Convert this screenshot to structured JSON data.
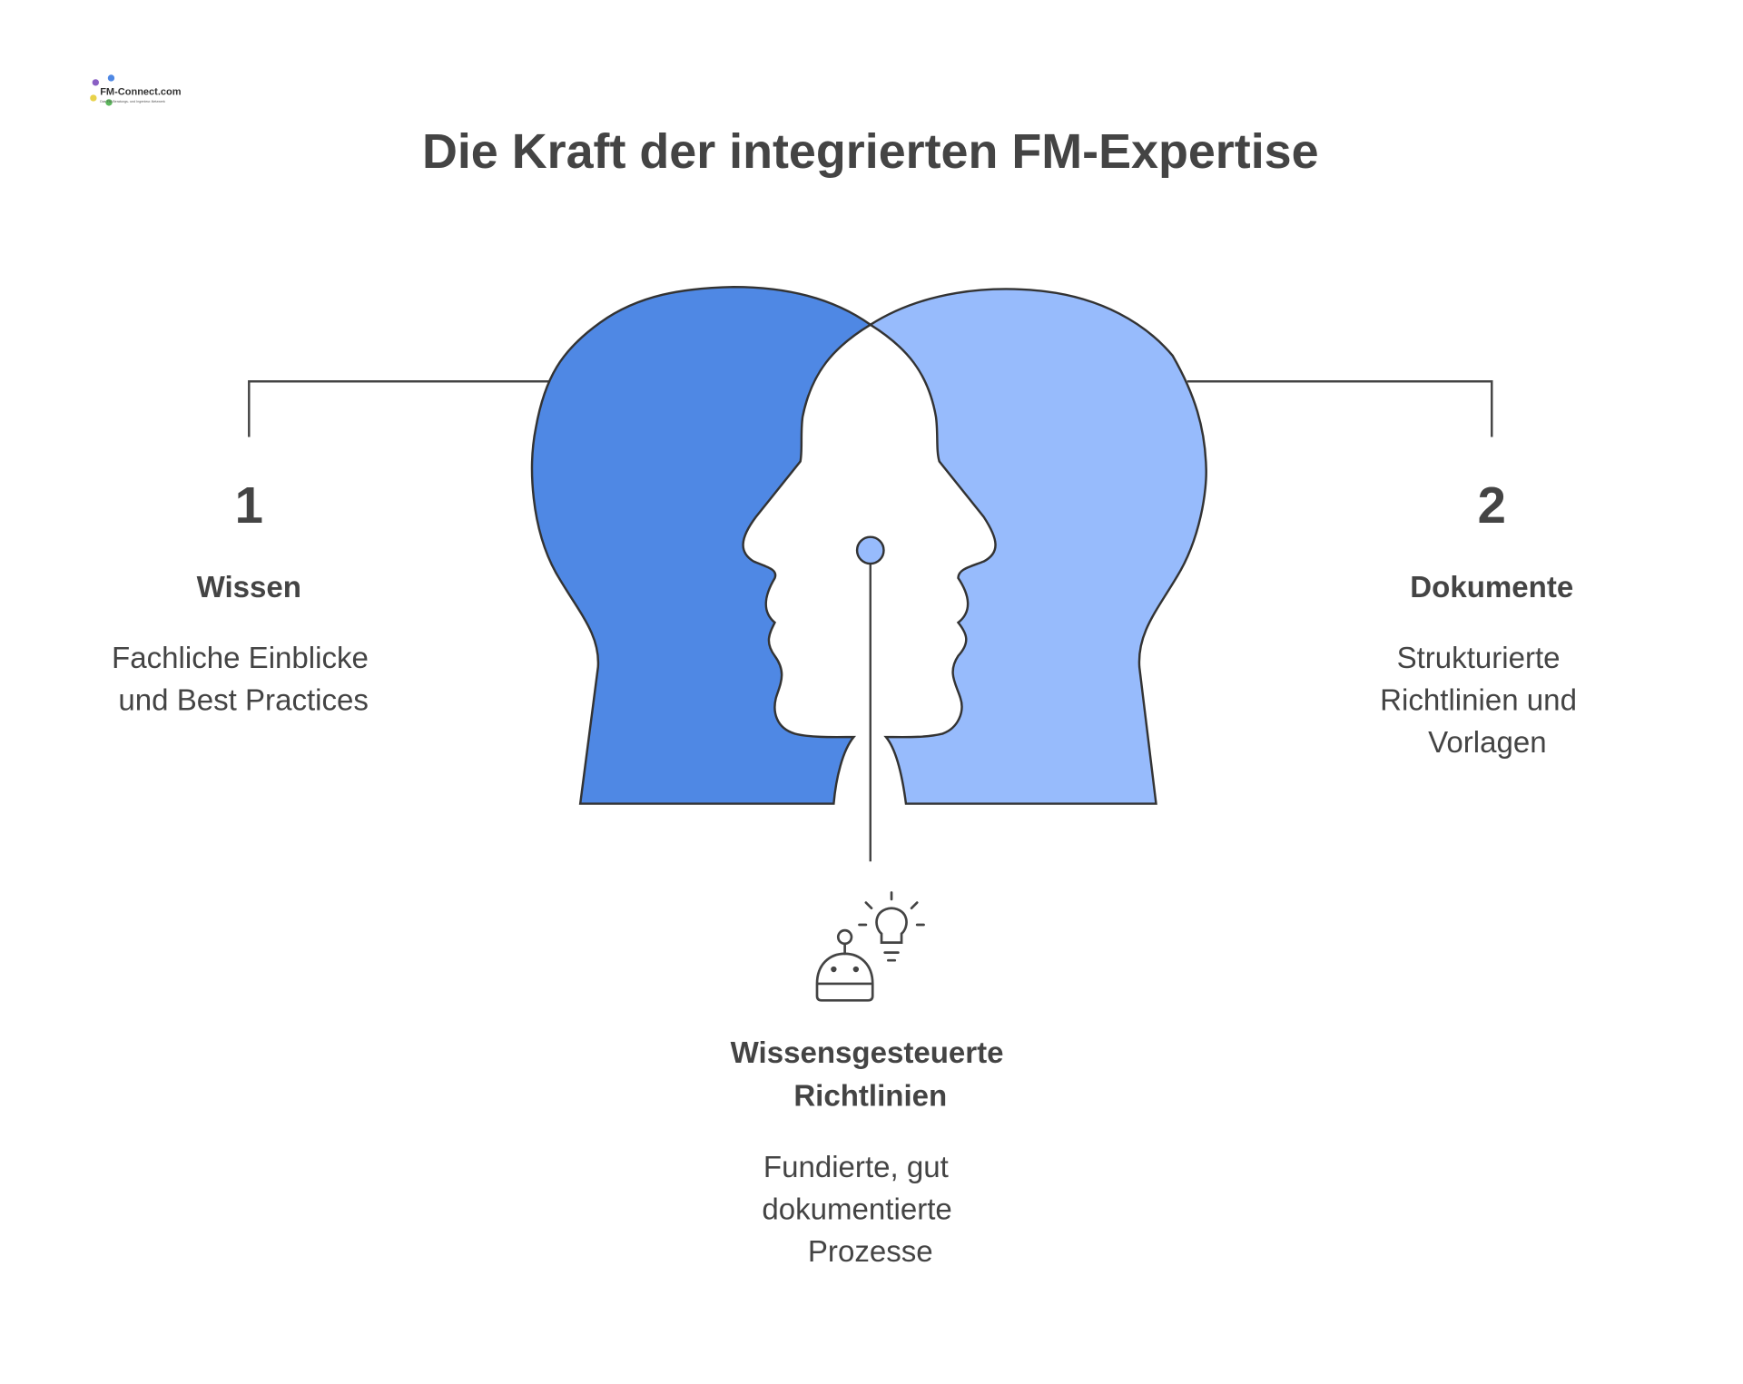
{
  "logo": {
    "text": "FM-Connect.com",
    "tagline": "Das FM-Beratungs- und Ingenieur-Netzwerk"
  },
  "title": "Die Kraft der integrierten FM-Expertise",
  "colors": {
    "left_head": "#4F88E4",
    "right_head": "#97BBFC",
    "text": "#444444"
  },
  "items": [
    {
      "number": "1",
      "heading": "Wissen",
      "description": [
        "Fachliche Einblicke",
        "und Best Practices"
      ]
    },
    {
      "number": "2",
      "heading": "Dokumente",
      "description": [
        "Strukturierte",
        "Richtlinien und",
        "Vorlagen"
      ]
    },
    {
      "icon": "robot-lightbulb-icon",
      "heading": [
        "Wissensgesteuerte",
        "Richtlinien"
      ],
      "description": [
        "Fundierte, gut",
        "dokumentierte",
        "Prozesse"
      ]
    }
  ]
}
